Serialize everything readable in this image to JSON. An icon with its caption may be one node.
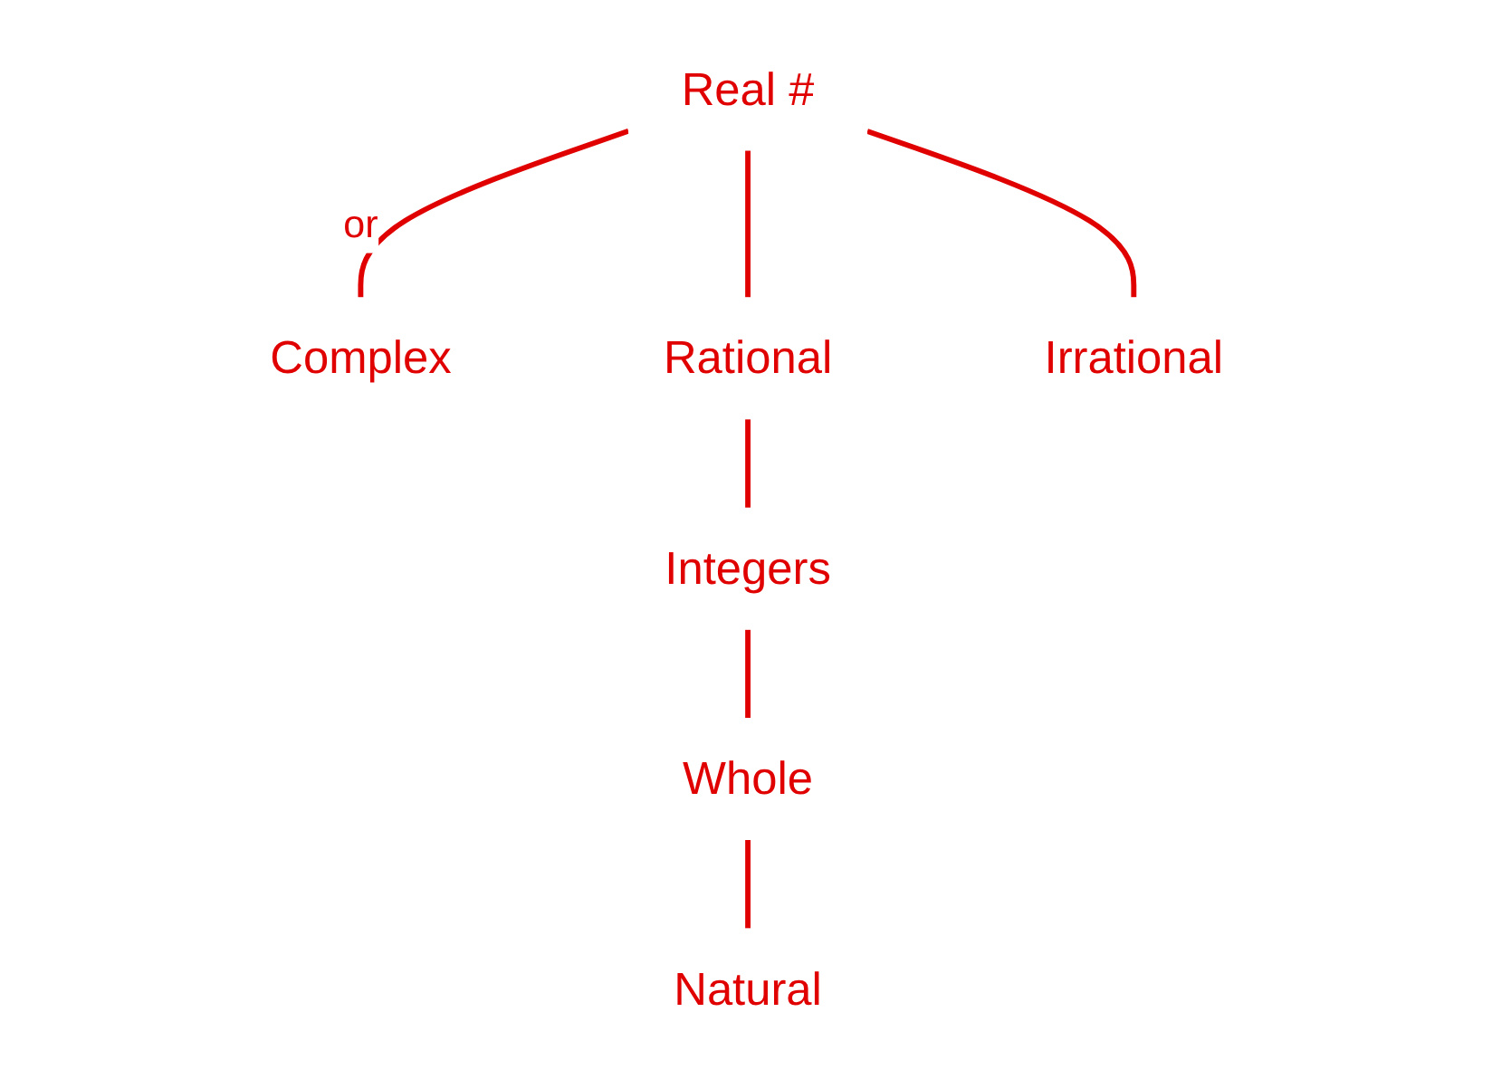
{
  "diagram": {
    "nodes": [
      {
        "text": [
          "Real #"
        ]
      },
      {
        "text": [
          "Complex"
        ]
      },
      {
        "text": [
          "Rational"
        ]
      },
      {
        "text": [
          "Irrational"
        ]
      },
      {
        "text": [
          "Integers"
        ]
      },
      {
        "text": [
          "Whole"
        ]
      },
      {
        "text": [
          "Natural"
        ]
      }
    ],
    "edges": [
      {
        "from": 0,
        "to": 1,
        "arrow": "none",
        "label": "or"
      },
      {
        "from": 0,
        "to": 2,
        "arrow": "none"
      },
      {
        "from": 0,
        "to": 3,
        "arrow": "none"
      },
      {
        "from": 2,
        "to": 4,
        "arrow": "none"
      },
      {
        "from": 4,
        "to": 5,
        "arrow": "none"
      },
      {
        "from": 5,
        "to": 6,
        "arrow": "none"
      }
    ]
  }
}
